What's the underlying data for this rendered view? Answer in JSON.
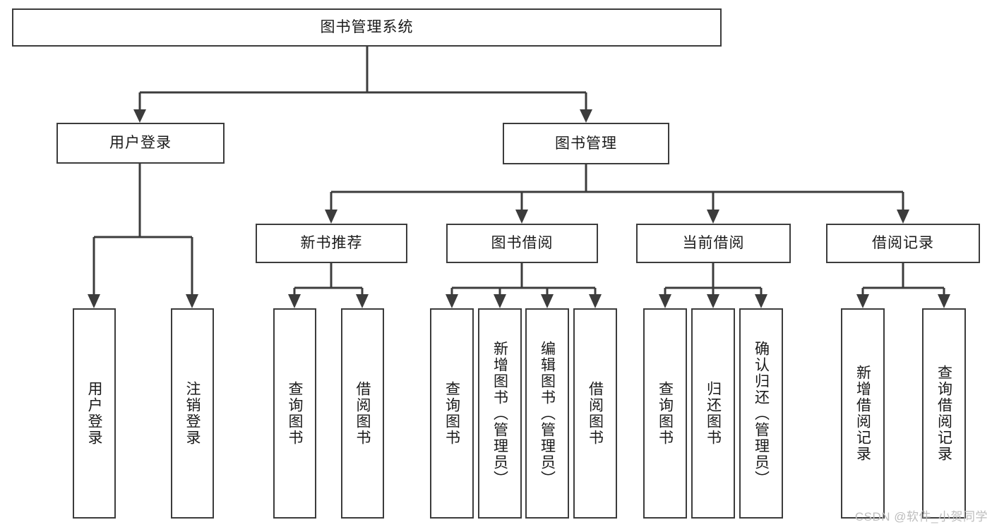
{
  "diagram": {
    "type": "tree",
    "title": "图书管理系统",
    "watermark": "CSDN @软件_小贺同学",
    "colors": {
      "stroke": "#3c3c3c",
      "fill": "#ffffff",
      "text": "#1a1a1a",
      "watermark": "#bdbdbd"
    },
    "root": {
      "label": "图书管理系统"
    },
    "level1": [
      {
        "label": "用户登录"
      },
      {
        "label": "图书管理"
      }
    ],
    "level2": [
      {
        "label": "新书推荐"
      },
      {
        "label": "图书借阅"
      },
      {
        "label": "当前借阅"
      },
      {
        "label": "借阅记录"
      }
    ],
    "leaves": {
      "user_login": [
        {
          "label": "用户登录"
        },
        {
          "label": "注销登录"
        }
      ],
      "new_book_recommend": [
        {
          "label": "查询图书"
        },
        {
          "label": "借阅图书"
        }
      ],
      "book_borrow": [
        {
          "label": "查询图书"
        },
        {
          "label": "新增图书（管理员）"
        },
        {
          "label": "编辑图书（管理员）"
        },
        {
          "label": "借阅图书"
        }
      ],
      "current_borrow": [
        {
          "label": "查询图书"
        },
        {
          "label": "归还图书"
        },
        {
          "label": "确认归还（管理员）"
        }
      ],
      "borrow_record": [
        {
          "label": "新增借阅记录"
        },
        {
          "label": "查询借阅记录"
        }
      ]
    }
  }
}
